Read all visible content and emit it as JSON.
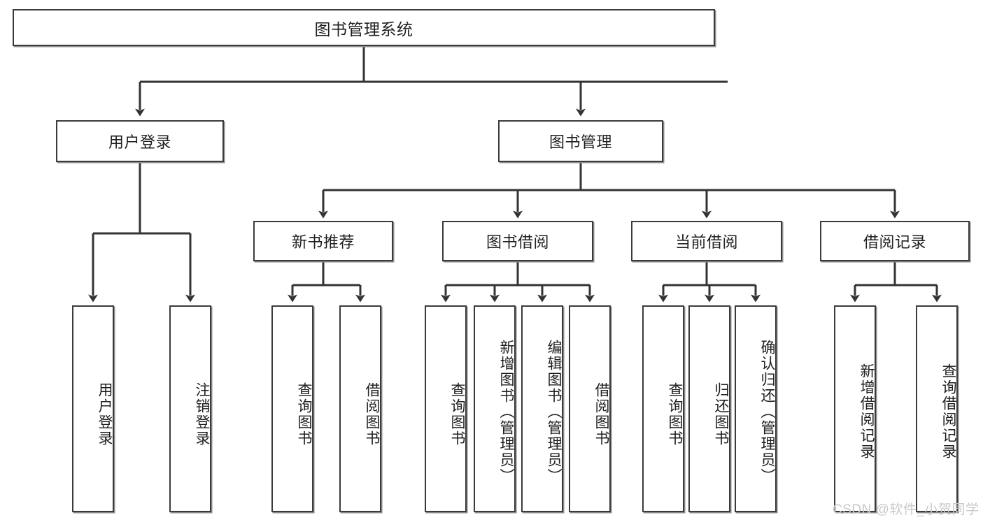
{
  "diagram": {
    "type": "tree",
    "title": "图书管理系统",
    "root": {
      "label": "图书管理系统"
    },
    "level2": [
      {
        "label": "用户登录"
      },
      {
        "label": "图书管理"
      }
    ],
    "level3": [
      {
        "label": "新书推荐"
      },
      {
        "label": "图书借阅"
      },
      {
        "label": "当前借阅"
      },
      {
        "label": "借阅记录"
      }
    ],
    "leaves": {
      "user_login": [
        {
          "label": "用户登录"
        },
        {
          "label": "注销登录"
        }
      ],
      "new_book_recommend": [
        {
          "label": "查询图书"
        },
        {
          "label": "借阅图书"
        }
      ],
      "book_borrow": [
        {
          "label": "查询图书"
        },
        {
          "label": "新增图书（管理员）"
        },
        {
          "label": "编辑图书（管理员）"
        },
        {
          "label": "借阅图书"
        }
      ],
      "current_borrow": [
        {
          "label": "查询图书"
        },
        {
          "label": "归还图书"
        },
        {
          "label": "确认归还（管理员）"
        }
      ],
      "borrow_records": [
        {
          "label": "新增借阅记录"
        },
        {
          "label": "查询借阅记录"
        }
      ]
    }
  },
  "watermark": {
    "text": "CSDN @软件_小贺同学"
  },
  "colors": {
    "box_border": "#3b3b3b",
    "box_fill": "#ffffff",
    "connector": "#333333",
    "text": "#1f1f1f",
    "watermark": "#c9c9c9"
  }
}
